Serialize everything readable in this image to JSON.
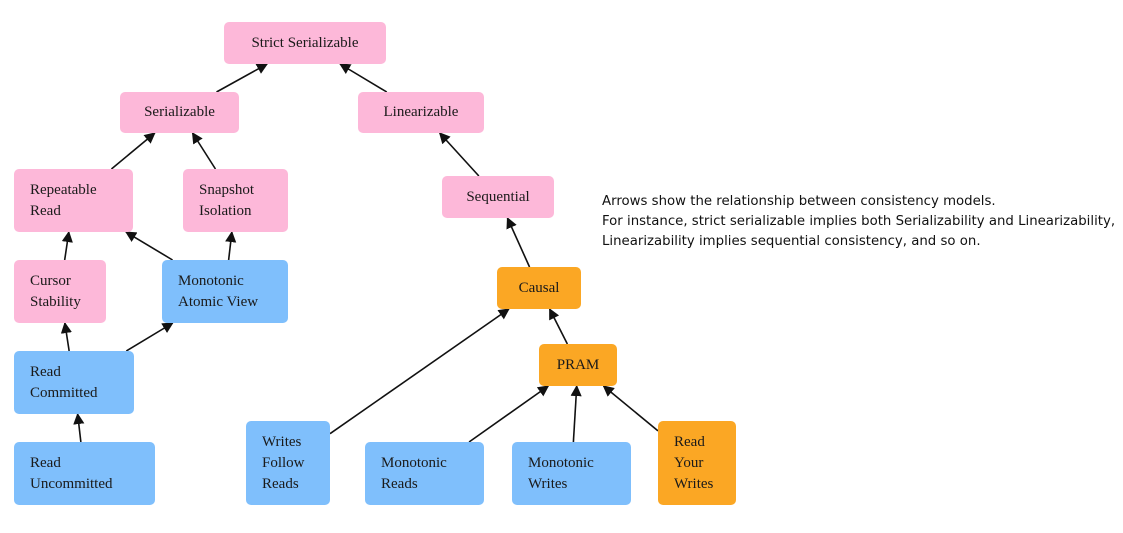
{
  "colors": {
    "pink": "#fdb8d9",
    "blue": "#7fbffc",
    "orange": "#fba724",
    "arrow": "#111111"
  },
  "nodes": {
    "strict_serializable": {
      "label": "Strict Serializable",
      "color": "pink"
    },
    "serializable": {
      "label": "Serializable",
      "color": "pink"
    },
    "linearizable": {
      "label": "Linearizable",
      "color": "pink"
    },
    "repeatable_read": {
      "label": "Repeatable\nRead",
      "color": "pink"
    },
    "snapshot_isolation": {
      "label": "Snapshot\nIsolation",
      "color": "pink"
    },
    "sequential": {
      "label": "Sequential",
      "color": "pink"
    },
    "cursor_stability": {
      "label": "Cursor\nStability",
      "color": "pink"
    },
    "monotonic_atomic_view": {
      "label": "Monotonic\nAtomic View",
      "color": "blue"
    },
    "causal": {
      "label": "Causal",
      "color": "orange"
    },
    "read_committed": {
      "label": "Read\nCommitted",
      "color": "blue"
    },
    "pram": {
      "label": "PRAM",
      "color": "orange"
    },
    "read_uncommitted": {
      "label": "Read\nUncommitted",
      "color": "blue"
    },
    "writes_follow_reads": {
      "label": "Writes\nFollow\nReads",
      "color": "blue"
    },
    "monotonic_reads": {
      "label": "Monotonic\nReads",
      "color": "blue"
    },
    "monotonic_writes": {
      "label": "Monotonic\nWrites",
      "color": "blue"
    },
    "read_your_writes": {
      "label": "Read\nYour\nWrites",
      "color": "orange"
    }
  },
  "edges": [
    {
      "from": "serializable",
      "to": "strict_serializable"
    },
    {
      "from": "linearizable",
      "to": "strict_serializable"
    },
    {
      "from": "repeatable_read",
      "to": "serializable"
    },
    {
      "from": "snapshot_isolation",
      "to": "serializable"
    },
    {
      "from": "sequential",
      "to": "linearizable"
    },
    {
      "from": "cursor_stability",
      "to": "repeatable_read"
    },
    {
      "from": "monotonic_atomic_view",
      "to": "repeatable_read"
    },
    {
      "from": "monotonic_atomic_view",
      "to": "snapshot_isolation"
    },
    {
      "from": "read_committed",
      "to": "cursor_stability"
    },
    {
      "from": "read_committed",
      "to": "monotonic_atomic_view"
    },
    {
      "from": "read_uncommitted",
      "to": "read_committed"
    },
    {
      "from": "causal",
      "to": "sequential"
    },
    {
      "from": "pram",
      "to": "causal"
    },
    {
      "from": "writes_follow_reads",
      "to": "causal"
    },
    {
      "from": "monotonic_reads",
      "to": "pram"
    },
    {
      "from": "monotonic_writes",
      "to": "pram"
    },
    {
      "from": "read_your_writes",
      "to": "pram"
    }
  ],
  "note": {
    "line1": "Arrows show the relationship between consistency models.",
    "line2": "For instance, strict serializable implies both Serializability and Linearizability,",
    "line3": "Linearizability implies sequential consistency, and so on."
  }
}
